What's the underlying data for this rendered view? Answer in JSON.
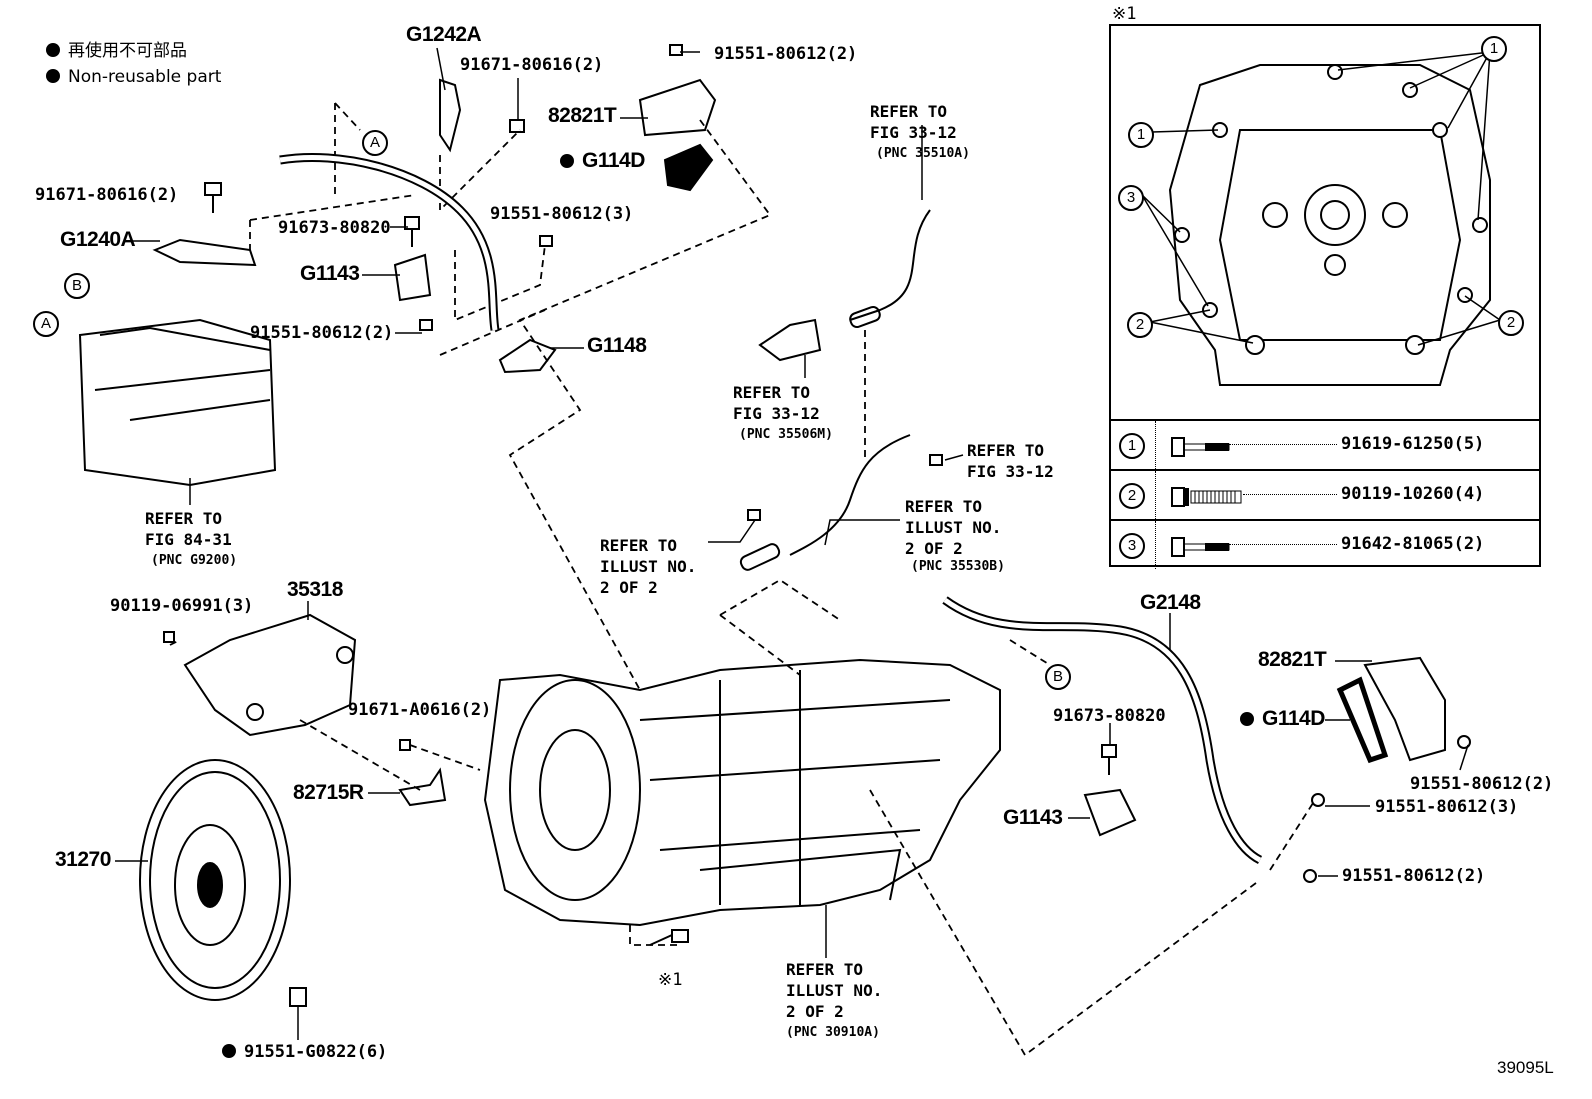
{
  "legend": {
    "items": [
      {
        "text": "再使用不可部品"
      },
      {
        "text": "Non-reusable part"
      }
    ]
  },
  "labels": {
    "g1242a": "G1242A",
    "p91671_80616_top": "91671-80616(2)",
    "p91551_80612_top": "91551-80612(2)",
    "p82821t_top": "82821T",
    "g114d_top": "G114D",
    "p91671_80616_left": "91671-80616(2)",
    "p91551_80612_3_top": "91551-80612(3)",
    "p91673_80820_top": "91673-80820",
    "g1240a": "G1240A",
    "g1143_top": "G1143",
    "p91551_80612_mid": "91551-80612(2)",
    "g1148": "G1148",
    "p90119_06991": "90119-06991(3)",
    "p35318": "35318",
    "g2148": "G2148",
    "p82821t_right": "82821T",
    "p91671_a0616": "91671-A0616(2)",
    "p91673_80820_right": "91673-80820",
    "g114d_right": "G114D",
    "p91551_80612_r1": "91551-80612(2)",
    "p82715r": "82715R",
    "p91551_80612_r3": "91551-80612(3)",
    "g1143_right": "G1143",
    "p31270": "31270",
    "p91551_80612_r2": "91551-80612(2)",
    "note1_bottom": "※1",
    "p91551_g0822": "91551-G0822(6)",
    "figure_code": "39095L"
  },
  "callouts": {
    "a": "A",
    "b": "B"
  },
  "refs": {
    "r35510a": {
      "text": "REFER TO\nFIG 33-12",
      "pnc": "(PNC 35510A)"
    },
    "r35506m": {
      "text": "REFER TO\nFIG 33-12",
      "pnc": "(PNC 35506M)"
    },
    "r3312": {
      "text": "REFER TO\nFIG 33-12"
    },
    "r35530b": {
      "text": "REFER TO\nILLUST NO.\n2 OF 2",
      "pnc": "(PNC 35530B)"
    },
    "rillust": {
      "text": "REFER TO\nILLUST NO.\n2 OF 2"
    },
    "r8431": {
      "text": "REFER TO\nFIG 84-31",
      "pnc": "(PNC G9200)"
    },
    "r30910a": {
      "text": "REFER TO\nILLUST NO.\n2 OF 2",
      "pnc": "(PNC 30910A)"
    }
  },
  "inset": {
    "title": "※1",
    "callout_numbers": [
      "1",
      "2",
      "3"
    ],
    "table": [
      {
        "num": "1",
        "part": "91619-61250(5)"
      },
      {
        "num": "2",
        "part": "90119-10260(4)"
      },
      {
        "num": "3",
        "part": "91642-81065(2)"
      }
    ]
  }
}
